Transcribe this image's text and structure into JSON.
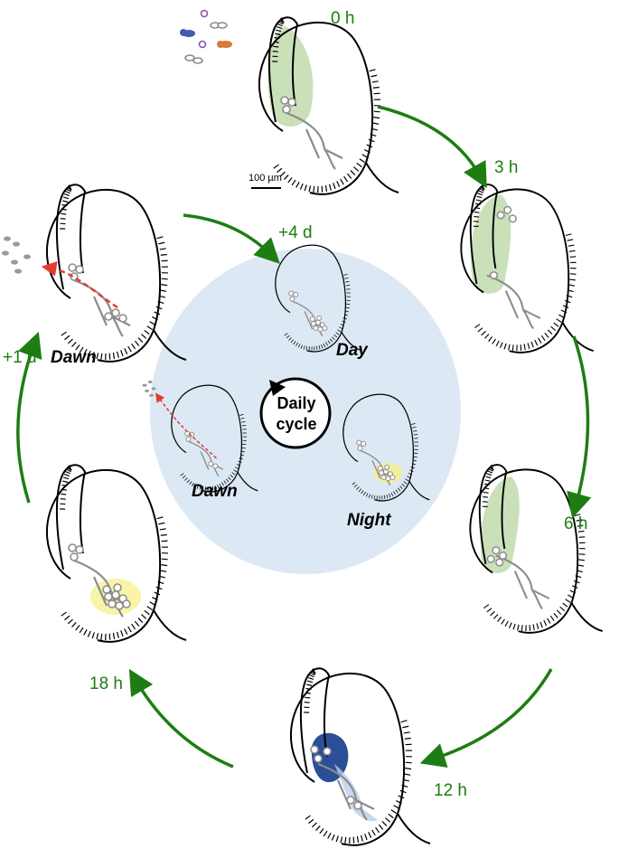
{
  "colors": {
    "arrow": "#1e7d12",
    "green_glow": "#b7d6a1",
    "yellow_glow": "#f7f08a",
    "blue_fill": "#2b4f96",
    "center_circle": "#dde8f5",
    "dashed_arrow": "#e53a2e",
    "bacteria": "#8c8c8c"
  },
  "time_labels": {
    "t0": "0 h",
    "t3": "3 h",
    "t6": "6 h",
    "t12": "12 h",
    "t18": "18 h",
    "t1d": "+1 d",
    "t4d": "+4 d"
  },
  "phase_labels": {
    "dawn_outer": "Dawn",
    "day": "Day",
    "dawn_inner": "Dawn",
    "night": "Night"
  },
  "cycle": {
    "line1": "Daily",
    "line2": "cycle"
  },
  "scale_bar": {
    "label": "100 µm"
  }
}
